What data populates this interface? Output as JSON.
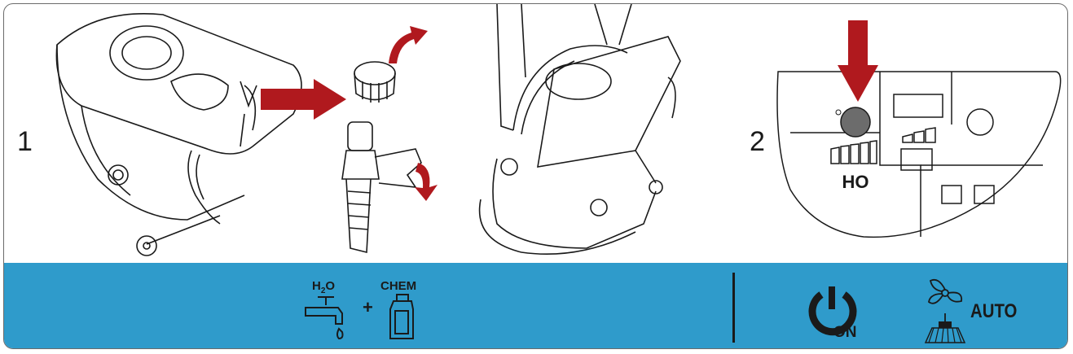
{
  "steps": {
    "step1": "1",
    "step2": "2"
  },
  "panel": {
    "water_label": "H",
    "water_sub": "2",
    "water_o": "O",
    "plus": "+",
    "chem_label": "CHEM",
    "on_label": "ON",
    "auto_label": "AUTO",
    "panel_h2o": "HO"
  },
  "icons": [
    "water-tap-icon",
    "chemical-bottle-icon",
    "power-on-icon",
    "fan-brush-icon",
    "arrow-down-icon",
    "arrow-right-icon",
    "rotate-arrow-icon"
  ],
  "colors": {
    "bar": "#2f9bcb",
    "arrow": "#b0191e",
    "line": "#1a1a1a"
  }
}
